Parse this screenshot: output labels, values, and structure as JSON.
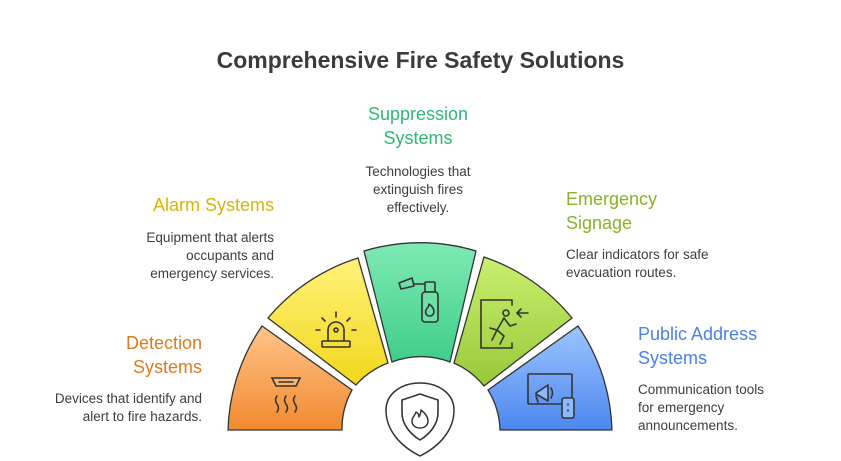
{
  "title": "Comprehensive Fire Safety Solutions",
  "colors": {
    "detection": "#f08a2e",
    "alarm": "#e6c312",
    "suppression": "#33c17a",
    "signage": "#8fbb2b",
    "public_address": "#4d86e8"
  },
  "segments": [
    {
      "key": "detection",
      "heading_lines": [
        "Detection",
        "Systems"
      ],
      "description_lines": [
        "Devices that identify and",
        "alert to fire hazards."
      ],
      "icon": "smoke-detector-icon"
    },
    {
      "key": "alarm",
      "heading_lines": [
        "Alarm Systems"
      ],
      "description_lines": [
        "Equipment that alerts",
        "occupants and",
        "emergency services."
      ],
      "icon": "alarm-light-icon"
    },
    {
      "key": "suppression",
      "heading_lines": [
        "Suppression",
        "Systems"
      ],
      "description_lines": [
        "Technologies that",
        "extinguish fires",
        "effectively."
      ],
      "icon": "fire-extinguisher-icon"
    },
    {
      "key": "signage",
      "heading_lines": [
        "Emergency",
        "Signage"
      ],
      "description_lines": [
        "Clear indicators for safe",
        "evacuation routes."
      ],
      "icon": "emergency-exit-icon"
    },
    {
      "key": "public_address",
      "heading_lines": [
        "Public Address",
        "Systems"
      ],
      "description_lines": [
        "Communication tools",
        "for emergency",
        "announcements."
      ],
      "icon": "megaphone-panel-icon"
    }
  ],
  "center_icon": "fire-shield-icon"
}
